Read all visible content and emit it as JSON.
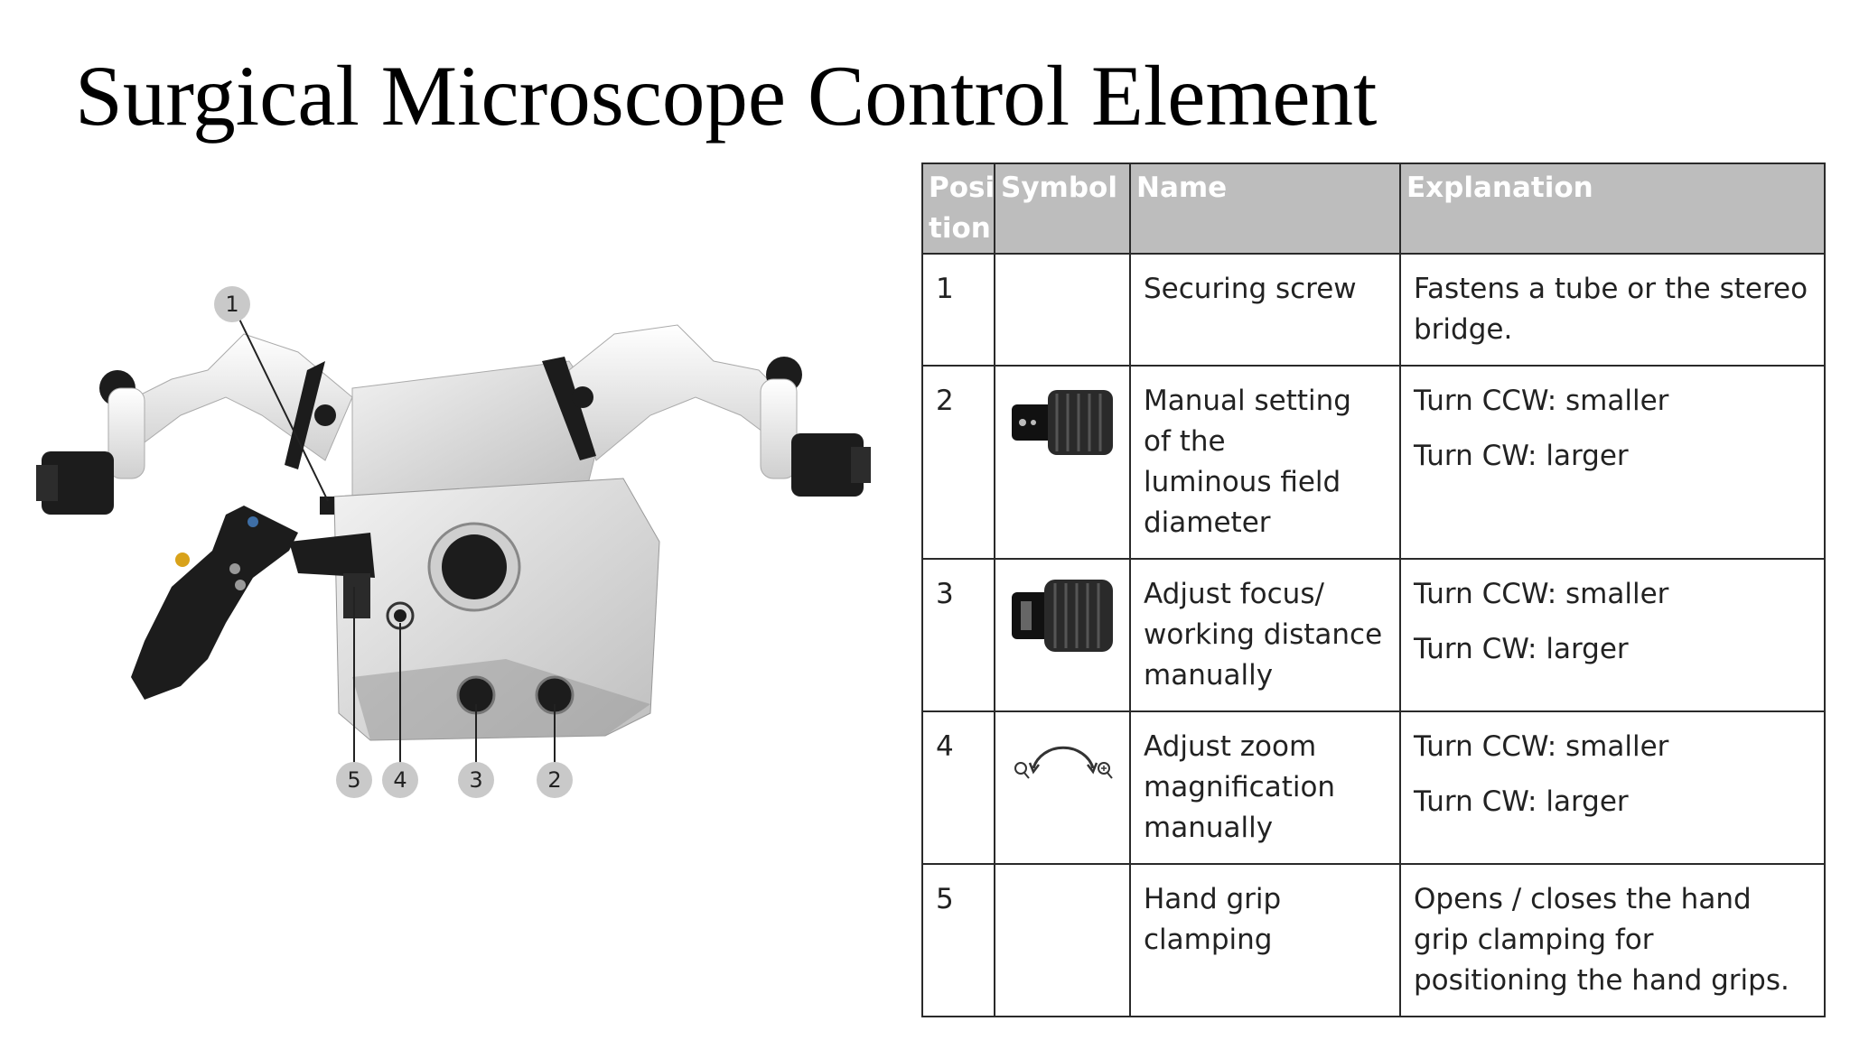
{
  "slide": {
    "title": "Surgical Microscope Control Element"
  },
  "figure": {
    "callouts": [
      "1",
      "2",
      "3",
      "4",
      "5"
    ],
    "colors": {
      "body": "#d9d9d9",
      "dark": "#1c1c1c",
      "accent": "#d8a21a",
      "badge": "#c9c9c9"
    }
  },
  "table": {
    "headers": {
      "position": "Posi tion",
      "symbol": "Symbol",
      "name": "Name",
      "explanation": "Explanation"
    },
    "header_color": "#bdbdbd",
    "rows": [
      {
        "position": "1",
        "symbol": "",
        "name": "Securing screw",
        "explanation": [
          "Fastens a tube or the stereo bridge."
        ]
      },
      {
        "position": "2",
        "symbol": "luminous-field-knob-icon",
        "name": "Manual setting of the\nluminous field diameter",
        "explanation": [
          "Turn CCW: smaller",
          "Turn CW: larger"
        ]
      },
      {
        "position": "3",
        "symbol": "focus-knob-icon",
        "name": "Adjust focus/\nworking distance manually",
        "explanation": [
          "Turn CCW: smaller",
          "Turn CW: larger"
        ]
      },
      {
        "position": "4",
        "symbol": "zoom-arc-icon",
        "name": "Adjust zoom magnification manually",
        "explanation": [
          "Turn CCW: smaller",
          "Turn CW: larger"
        ]
      },
      {
        "position": "5",
        "symbol": "",
        "name": "Hand grip clamping",
        "explanation": [
          "Opens / closes the hand grip clamping for positioning the hand grips."
        ]
      }
    ]
  }
}
